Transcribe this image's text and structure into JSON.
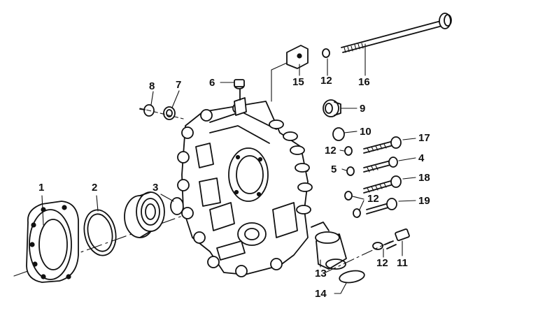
{
  "callouts": [
    {
      "id": "p1",
      "text": "1"
    },
    {
      "id": "p2",
      "text": "2"
    },
    {
      "id": "p3",
      "text": "3"
    },
    {
      "id": "p4",
      "text": "4"
    },
    {
      "id": "p5",
      "text": "5"
    },
    {
      "id": "p6",
      "text": "6"
    },
    {
      "id": "p7",
      "text": "7"
    },
    {
      "id": "p8",
      "text": "8"
    },
    {
      "id": "p9",
      "text": "9"
    },
    {
      "id": "p10",
      "text": "10"
    },
    {
      "id": "p11",
      "text": "11"
    },
    {
      "id": "p12a",
      "text": "12"
    },
    {
      "id": "p12b",
      "text": "12"
    },
    {
      "id": "p12c",
      "text": "12"
    },
    {
      "id": "p12d",
      "text": "12"
    },
    {
      "id": "p13",
      "text": "13"
    },
    {
      "id": "p14",
      "text": "14"
    },
    {
      "id": "p15",
      "text": "15"
    },
    {
      "id": "p16",
      "text": "16"
    },
    {
      "id": "p17",
      "text": "17"
    },
    {
      "id": "p18",
      "text": "18"
    },
    {
      "id": "p19",
      "text": "19"
    }
  ]
}
